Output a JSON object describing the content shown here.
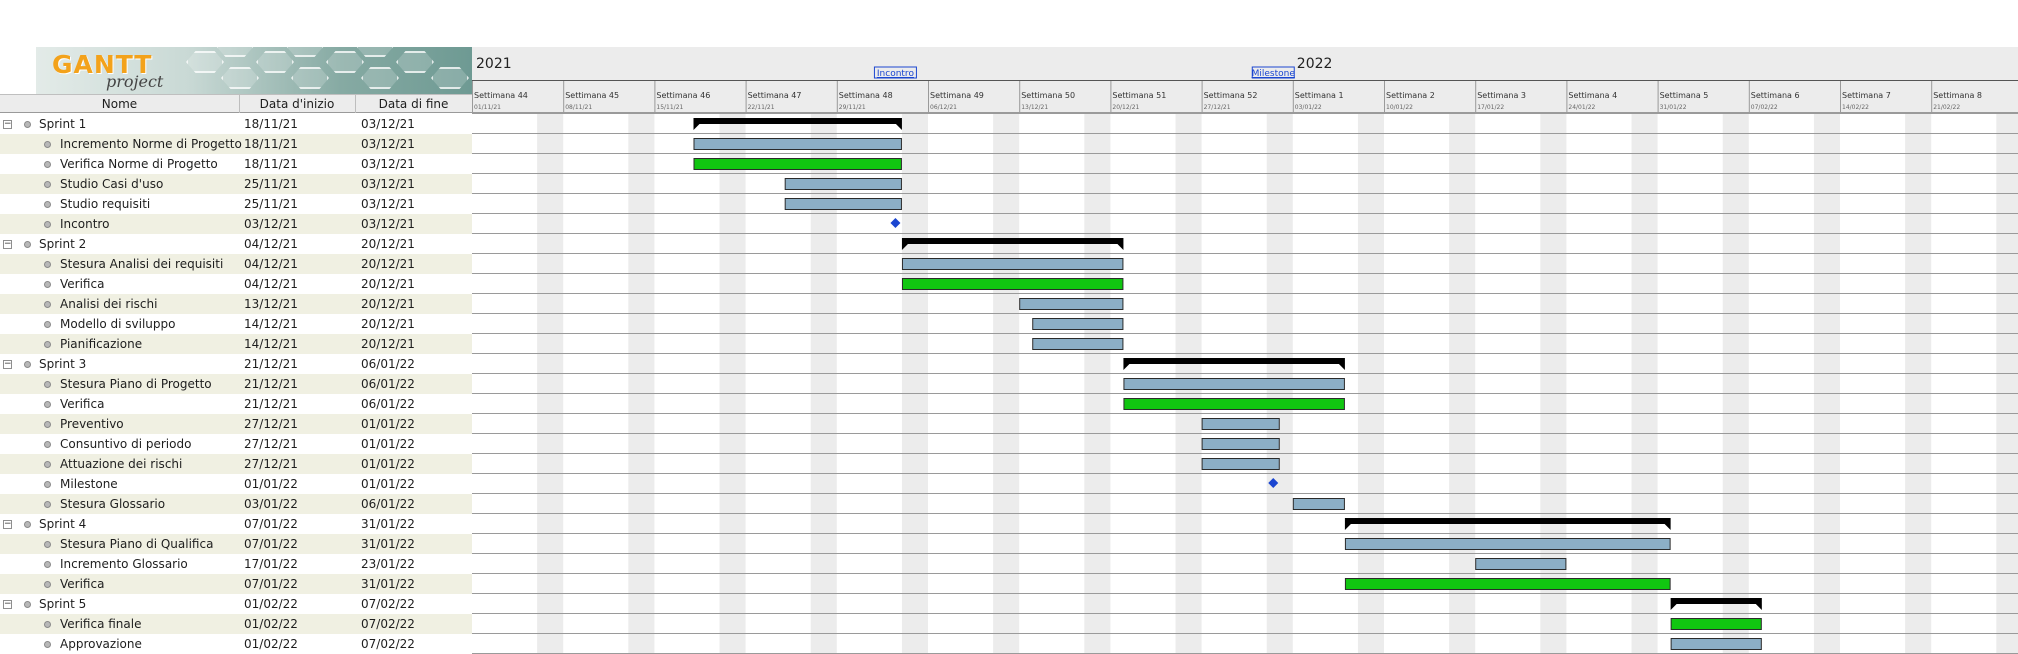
{
  "app": {
    "logo_word": "GANTT",
    "logo_sub": "project"
  },
  "table": {
    "headers": {
      "name": "Nome",
      "start": "Data d'inizio",
      "end": "Data di fine"
    },
    "collapse_symbol": "−",
    "rows": [
      {
        "name": "Sprint 1",
        "start": "18/11/21",
        "end": "03/12/21",
        "level": 0,
        "kind": "summary"
      },
      {
        "name": "Incremento Norme di Progetto",
        "start": "18/11/21",
        "end": "03/12/21",
        "level": 1,
        "kind": "task"
      },
      {
        "name": "Verifica Norme di Progetto",
        "start": "18/11/21",
        "end": "03/12/21",
        "level": 1,
        "kind": "verify"
      },
      {
        "name": "Studio Casi d'uso",
        "start": "25/11/21",
        "end": "03/12/21",
        "level": 1,
        "kind": "task"
      },
      {
        "name": "Studio requisiti",
        "start": "25/11/21",
        "end": "03/12/21",
        "level": 1,
        "kind": "task"
      },
      {
        "name": "Incontro",
        "start": "03/12/21",
        "end": "03/12/21",
        "level": 1,
        "kind": "milestone"
      },
      {
        "name": "Sprint 2",
        "start": "04/12/21",
        "end": "20/12/21",
        "level": 0,
        "kind": "summary"
      },
      {
        "name": "Stesura Analisi dei requisiti",
        "start": "04/12/21",
        "end": "20/12/21",
        "level": 1,
        "kind": "task"
      },
      {
        "name": "Verifica",
        "start": "04/12/21",
        "end": "20/12/21",
        "level": 1,
        "kind": "verify"
      },
      {
        "name": "Analisi dei rischi",
        "start": "13/12/21",
        "end": "20/12/21",
        "level": 1,
        "kind": "task"
      },
      {
        "name": "Modello di sviluppo",
        "start": "14/12/21",
        "end": "20/12/21",
        "level": 1,
        "kind": "task"
      },
      {
        "name": "Pianificazione",
        "start": "14/12/21",
        "end": "20/12/21",
        "level": 1,
        "kind": "task"
      },
      {
        "name": "Sprint 3",
        "start": "21/12/21",
        "end": "06/01/22",
        "level": 0,
        "kind": "summary"
      },
      {
        "name": "Stesura Piano di Progetto",
        "start": "21/12/21",
        "end": "06/01/22",
        "level": 1,
        "kind": "task"
      },
      {
        "name": "Verifica",
        "start": "21/12/21",
        "end": "06/01/22",
        "level": 1,
        "kind": "verify"
      },
      {
        "name": "Preventivo",
        "start": "27/12/21",
        "end": "01/01/22",
        "level": 1,
        "kind": "task"
      },
      {
        "name": "Consuntivo di periodo",
        "start": "27/12/21",
        "end": "01/01/22",
        "level": 1,
        "kind": "task"
      },
      {
        "name": "Attuazione dei rischi",
        "start": "27/12/21",
        "end": "01/01/22",
        "level": 1,
        "kind": "task"
      },
      {
        "name": "Milestone",
        "start": "01/01/22",
        "end": "01/01/22",
        "level": 1,
        "kind": "milestone"
      },
      {
        "name": "Stesura Glossario",
        "start": "03/01/22",
        "end": "06/01/22",
        "level": 1,
        "kind": "task"
      },
      {
        "name": "Sprint 4",
        "start": "07/01/22",
        "end": "31/01/22",
        "level": 0,
        "kind": "summary"
      },
      {
        "name": "Stesura Piano di Qualifica",
        "start": "07/01/22",
        "end": "31/01/22",
        "level": 1,
        "kind": "task"
      },
      {
        "name": "Incremento Glossario",
        "start": "17/01/22",
        "end": "23/01/22",
        "level": 1,
        "kind": "task"
      },
      {
        "name": "Verifica",
        "start": "07/01/22",
        "end": "31/01/22",
        "level": 1,
        "kind": "verify"
      },
      {
        "name": "Sprint 5",
        "start": "01/02/22",
        "end": "07/02/22",
        "level": 0,
        "kind": "summary"
      },
      {
        "name": "Verifica finale",
        "start": "01/02/22",
        "end": "07/02/22",
        "level": 1,
        "kind": "verify"
      },
      {
        "name": "Approvazione",
        "start": "01/02/22",
        "end": "07/02/22",
        "level": 1,
        "kind": "task"
      }
    ]
  },
  "timeline": {
    "years": [
      {
        "label": "2021",
        "week_index": 0
      },
      {
        "label": "2022",
        "week_index": 9
      }
    ],
    "milestone_labels": [
      {
        "label": "Incontro",
        "date": "03/12/21"
      },
      {
        "label": "Milestone",
        "date": "01/01/22"
      }
    ],
    "weeks": [
      {
        "label": "Settimana 44",
        "date": "01/11/21"
      },
      {
        "label": "Settimana 45",
        "date": "08/11/21"
      },
      {
        "label": "Settimana 46",
        "date": "15/11/21"
      },
      {
        "label": "Settimana 47",
        "date": "22/11/21"
      },
      {
        "label": "Settimana 48",
        "date": "29/11/21"
      },
      {
        "label": "Settimana 49",
        "date": "06/12/21"
      },
      {
        "label": "Settimana 50",
        "date": "13/12/21"
      },
      {
        "label": "Settimana 51",
        "date": "20/12/21"
      },
      {
        "label": "Settimana 52",
        "date": "27/12/21"
      },
      {
        "label": "Settimana 1",
        "date": "03/01/22"
      },
      {
        "label": "Settimana 2",
        "date": "10/01/22"
      },
      {
        "label": "Settimana 3",
        "date": "17/01/22"
      },
      {
        "label": "Settimana 4",
        "date": "24/01/22"
      },
      {
        "label": "Settimana 5",
        "date": "31/01/22"
      },
      {
        "label": "Settimana 6",
        "date": "07/02/22"
      },
      {
        "label": "Settimana 7",
        "date": "14/02/22"
      },
      {
        "label": "Settimana 8",
        "date": "21/02/22"
      }
    ]
  },
  "colors": {
    "task_bar": "#8cafc6",
    "verify_bar": "#11c611",
    "summary_bar": "#000000",
    "milestone": "#1b46d1",
    "weekend_band": "#ececec",
    "row_alt": "#f0f0e2",
    "header_band": "#ececec"
  }
}
